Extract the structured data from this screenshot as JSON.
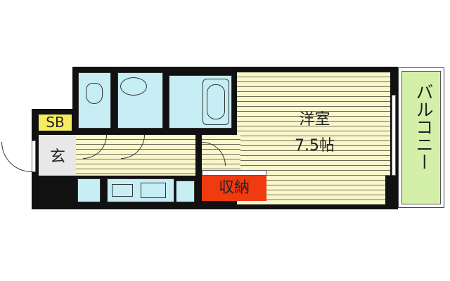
{
  "rooms": {
    "shoe_box": "SB",
    "entrance": "玄",
    "western_room_name": "洋室",
    "western_room_size": "7.5帖",
    "closet": "収納",
    "balcony": "バルコニー"
  },
  "colors": {
    "wall": "#111111",
    "floor": "#fbf7cc",
    "wet_area": "#c6eef4",
    "closet": "#f03a10",
    "shoe_box": "#f5ec60",
    "balcony": "#d4f0a8",
    "entrance": "#e8e8e8"
  }
}
